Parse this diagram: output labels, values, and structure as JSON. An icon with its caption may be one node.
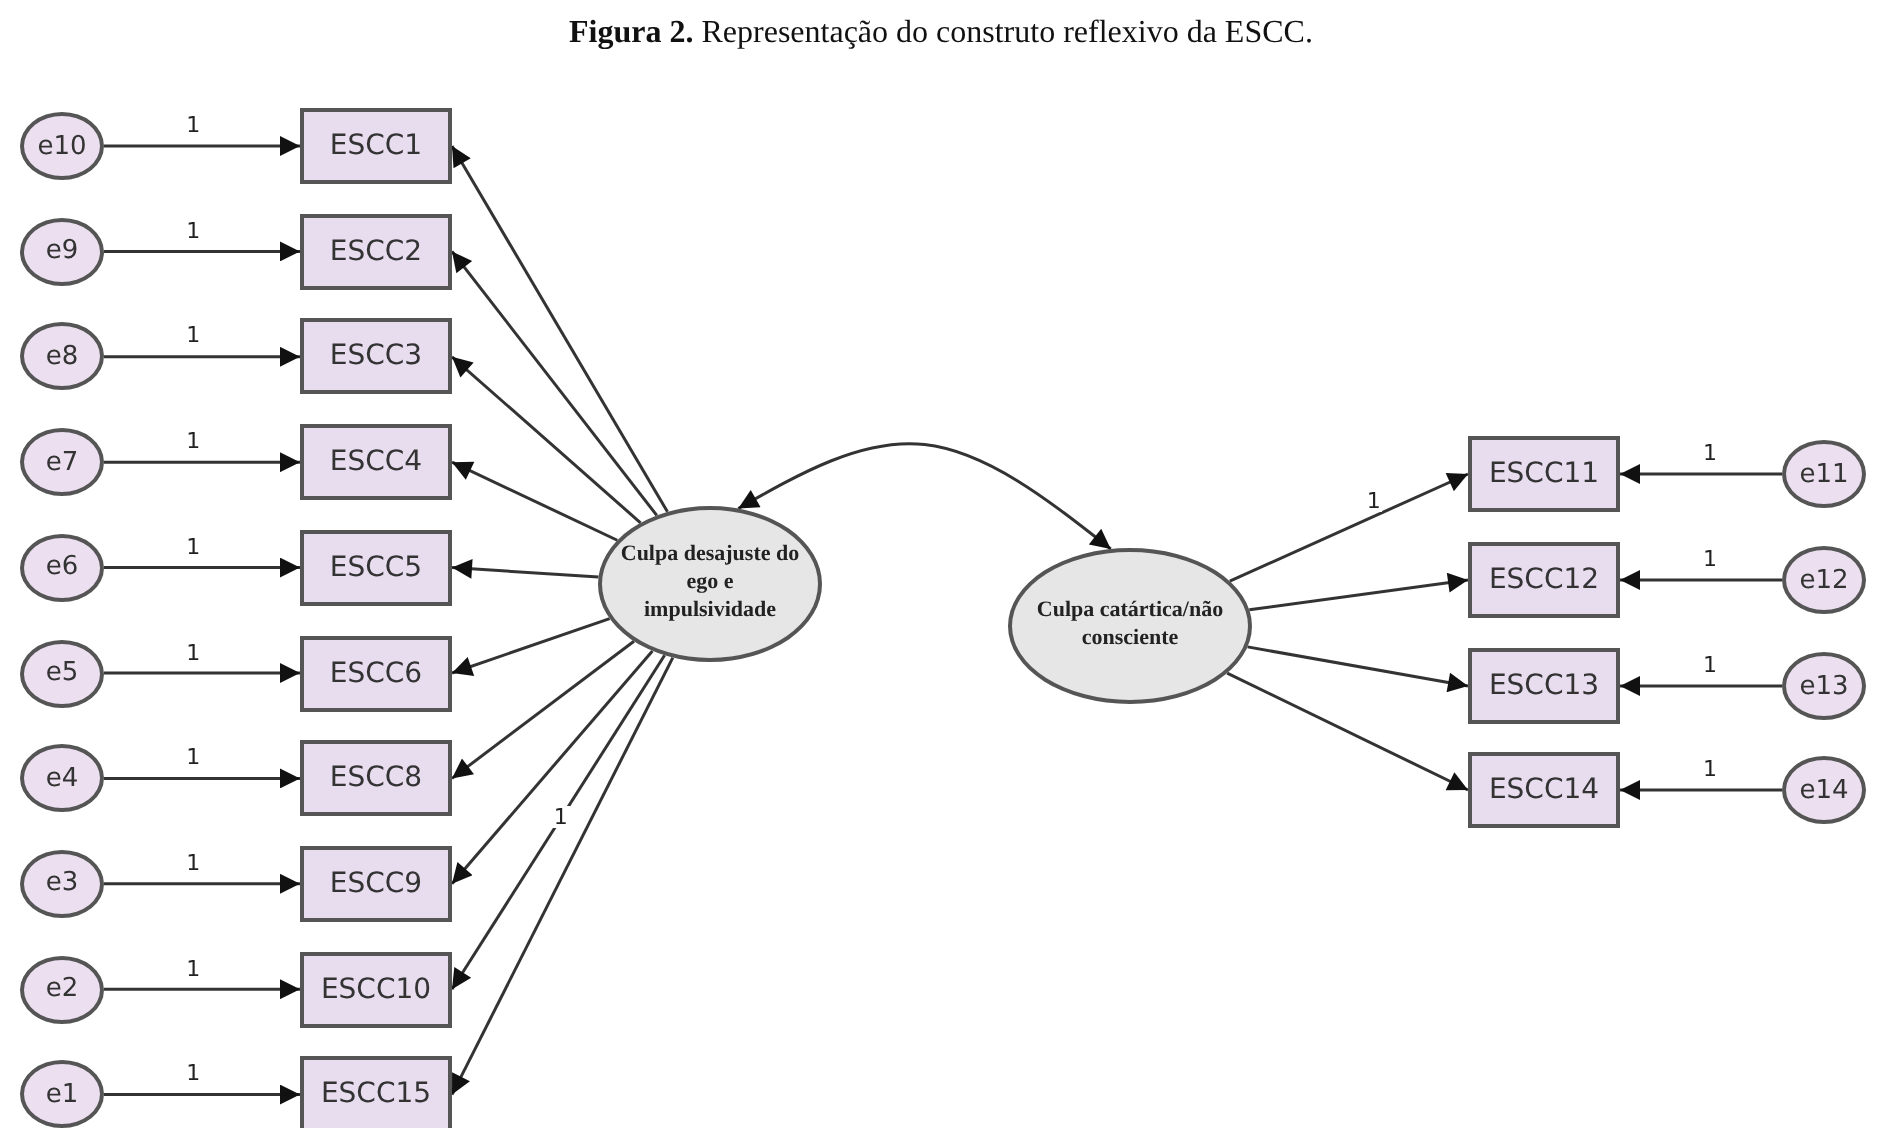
{
  "diagram": {
    "title": "**Figura 2.** Representação do construto reflexivo da ESCC.",
    "nodes": [
      {
        "text": [
          "e10"
        ]
      },
      {
        "text": [
          "e9"
        ]
      },
      {
        "text": [
          "e8"
        ]
      },
      {
        "text": [
          "e7"
        ]
      },
      {
        "text": [
          "e6"
        ]
      },
      {
        "text": [
          "e5"
        ]
      },
      {
        "text": [
          "e4"
        ]
      },
      {
        "text": [
          "e3"
        ]
      },
      {
        "text": [
          "e2"
        ]
      },
      {
        "text": [
          "e1"
        ]
      },
      {
        "text": [
          "ESCC1"
        ]
      },
      {
        "text": [
          "ESCC2"
        ]
      },
      {
        "text": [
          "ESCC3"
        ]
      },
      {
        "text": [
          "ESCC4"
        ]
      },
      {
        "text": [
          "ESCC5"
        ]
      },
      {
        "text": [
          "ESCC6"
        ]
      },
      {
        "text": [
          "ESCC8"
        ]
      },
      {
        "text": [
          "ESCC9"
        ]
      },
      {
        "text": [
          "ESCC10"
        ]
      },
      {
        "text": [
          "ESCC15"
        ]
      },
      {
        "text": [
          "Culpa desajuste do ego e impulsividade"
        ]
      },
      {
        "text": [
          "Culpa catártica/não consciente"
        ]
      },
      {
        "text": [
          "ESCC11"
        ]
      },
      {
        "text": [
          "ESCC12"
        ]
      },
      {
        "text": [
          "ESCC13"
        ]
      },
      {
        "text": [
          "ESCC14"
        ]
      },
      {
        "text": [
          "e11"
        ]
      },
      {
        "text": [
          "e12"
        ]
      },
      {
        "text": [
          "e13"
        ]
      },
      {
        "text": [
          "e14"
        ]
      }
    ],
    "edges": [
      {
        "from": 0,
        "to": 10,
        "arrow": "to",
        "label": "1"
      },
      {
        "from": 1,
        "to": 11,
        "arrow": "to",
        "label": "1"
      },
      {
        "from": 2,
        "to": 12,
        "arrow": "to",
        "label": "1"
      },
      {
        "from": 3,
        "to": 13,
        "arrow": "to",
        "label": "1"
      },
      {
        "from": 4,
        "to": 14,
        "arrow": "to",
        "label": "1"
      },
      {
        "from": 5,
        "to": 15,
        "arrow": "to",
        "label": "1"
      },
      {
        "from": 6,
        "to": 16,
        "arrow": "to",
        "label": "1"
      },
      {
        "from": 7,
        "to": 17,
        "arrow": "to",
        "label": "1"
      },
      {
        "from": 8,
        "to": 18,
        "arrow": "to",
        "label": "1"
      },
      {
        "from": 9,
        "to": 19,
        "arrow": "to",
        "label": "1"
      },
      {
        "from": 20,
        "to": 10,
        "arrow": "to"
      },
      {
        "from": 20,
        "to": 11,
        "arrow": "to"
      },
      {
        "from": 20,
        "to": 12,
        "arrow": "to"
      },
      {
        "from": 20,
        "to": 13,
        "arrow": "to"
      },
      {
        "from": 20,
        "to": 14,
        "arrow": "to"
      },
      {
        "from": 20,
        "to": 15,
        "arrow": "to"
      },
      {
        "from": 20,
        "to": 16,
        "arrow": "to"
      },
      {
        "from": 20,
        "to": 17,
        "arrow": "to"
      },
      {
        "from": 20,
        "to": 18,
        "arrow": "to",
        "label": "1"
      },
      {
        "from": 20,
        "to": 19,
        "arrow": "to"
      },
      {
        "from": 20,
        "to": 21,
        "arrow": "both"
      },
      {
        "from": 21,
        "to": 22,
        "arrow": "to",
        "label": "1"
      },
      {
        "from": 21,
        "to": 23,
        "arrow": "to"
      },
      {
        "from": 21,
        "to": 24,
        "arrow": "to"
      },
      {
        "from": 21,
        "to": 25,
        "arrow": "to"
      },
      {
        "from": 26,
        "to": 22,
        "arrow": "to",
        "label": "1"
      },
      {
        "from": 27,
        "to": 23,
        "arrow": "to",
        "label": "1"
      },
      {
        "from": 28,
        "to": 24,
        "arrow": "to",
        "label": "1"
      },
      {
        "from": 29,
        "to": 25,
        "arrow": "to",
        "label": "1"
      }
    ]
  }
}
